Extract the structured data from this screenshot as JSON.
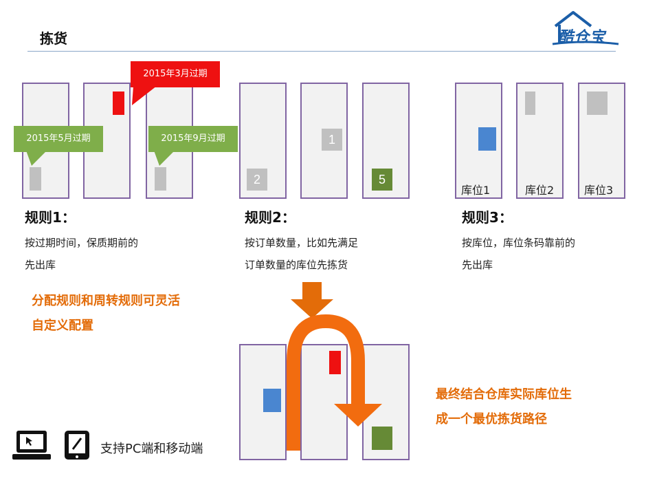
{
  "title": "拣货",
  "logo_text": "酷仓宝",
  "callouts": {
    "mar": "2015年3月过期",
    "may": "2015年5月过期",
    "sep": "2015年9月过期"
  },
  "rule2_numbers": {
    "n1": "1",
    "n2": "2",
    "n5": "5"
  },
  "slot_labels": [
    "库位1",
    "库位2",
    "库位3"
  ],
  "rules": [
    {
      "heading": "规则1：",
      "lines": [
        "按过期时间，保质期前的",
        "先出库"
      ]
    },
    {
      "heading": "规则2：",
      "lines": [
        "按订单数量，比如先满足",
        "订单数量的库位先拣货"
      ]
    },
    {
      "heading": "规则3：",
      "lines": [
        "按库位，库位条码靠前的",
        "先出库"
      ]
    }
  ],
  "custom_note": [
    "分配规则和周转规则可灵活",
    "自定义配置"
  ],
  "result_note": [
    "最终结合仓库实际库位生",
    "成一个最优拣货路径"
  ],
  "support_text": "支持PC端和移动端",
  "icons": [
    "laptop-icon",
    "tablet-icon"
  ],
  "colors": {
    "rack_border": "#8064a2",
    "orange": "#e36c09",
    "red": "#ee1111",
    "green": "#7fae4a",
    "blue": "#4a86d0"
  }
}
